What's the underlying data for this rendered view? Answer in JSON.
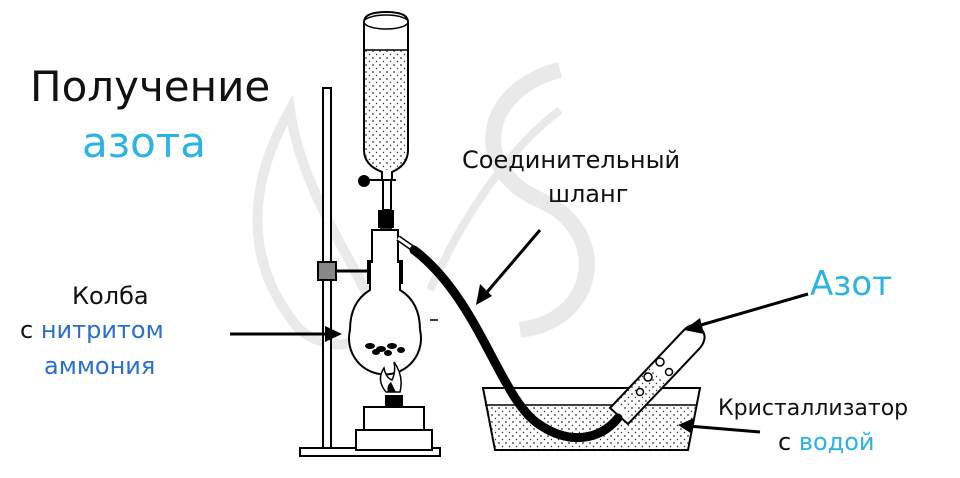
{
  "title": {
    "line1": "Получение",
    "line2": "азота"
  },
  "labels": {
    "hose_line1": "Соединительный",
    "hose_line2": "шланг",
    "gas": "Азот",
    "flask_line1": "Колба",
    "flask_line2_prefix": "с ",
    "flask_line2_highlight": "нитритом",
    "flask_line3": "аммония",
    "cryst_line1": "Кристаллизатор",
    "cryst_line2_prefix": "с ",
    "cryst_line2_highlight": "водой"
  },
  "colors": {
    "title_accent": "#2bb3e6",
    "label_accent": "#2a6fcf",
    "ink": "#111111",
    "watermark": "#d9d9d9"
  }
}
